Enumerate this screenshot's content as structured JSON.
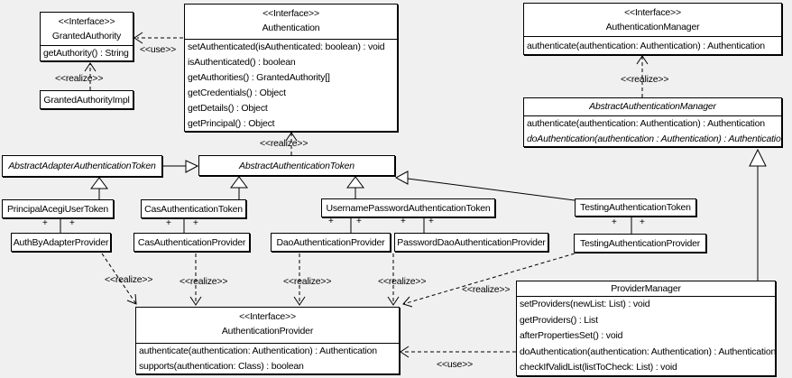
{
  "background": "#f0f0f0",
  "labels": {
    "use": "<<use>>",
    "realize": "<<realize>>",
    "plus": "+"
  },
  "classes": {
    "granted_authority": {
      "stereotype": "<<Interface>>",
      "name": "GrantedAuthority",
      "methods": [
        "getAuthority() : String"
      ]
    },
    "granted_authority_impl": {
      "name": "GrantedAuthorityImpl"
    },
    "authentication": {
      "stereotype": "<<Interface>>",
      "name": "Authentication",
      "methods": [
        "setAuthenticated(isAuthenticated: boolean) : void",
        "isAuthenticated() : boolean",
        "getAuthorities() : GrantedAuthority[]",
        "getCredentials() : Object",
        "getDetails() : Object",
        "getPrincipal() : Object"
      ]
    },
    "authentication_manager": {
      "stereotype": "<<Interface>>",
      "name": "AuthenticationManager",
      "methods": [
        "authenticate(authentication: Authentication) : Authentication"
      ]
    },
    "abstract_authentication_manager": {
      "name": "AbstractAuthenticationManager",
      "methods": [
        "authenticate(authentication: Authentication) : Authentication",
        "doAuthentication(authentication : Authentication) : Authentication"
      ]
    },
    "abstract_adapter_authentication_token": {
      "name": "AbstractAdapterAuthenticationToken"
    },
    "abstract_authentication_token": {
      "name": "AbstractAuthenticationToken"
    },
    "principal_acegi_user_token": {
      "name": "PrincipalAcegiUserToken"
    },
    "cas_authentication_token": {
      "name": "CasAuthenticationToken"
    },
    "username_password_authentication_token": {
      "name": "UsernamePasswordAuthenticationToken"
    },
    "testing_authentication_token": {
      "name": "TestingAuthenticationToken"
    },
    "auth_by_adapter_provider": {
      "name": "AuthByAdapterProvider"
    },
    "cas_authentication_provider": {
      "name": "CasAuthenticationProvider"
    },
    "dao_authentication_provider": {
      "name": "DaoAuthenticationProvider"
    },
    "password_dao_authentication_provider": {
      "name": "PasswordDaoAuthenticationProvider"
    },
    "testing_authentication_provider": {
      "name": "TestingAuthenticationProvider"
    },
    "authentication_provider": {
      "stereotype": "<<Interface>>",
      "name": "AuthenticationProvider",
      "methods": [
        "authenticate(authentication: Authentication) : Authentication",
        "supports(authentication: Class) : boolean"
      ]
    },
    "provider_manager": {
      "name": "ProviderManager",
      "methods": [
        "setProviders(newList: List) : void",
        "getProviders() : List",
        "afterPropertiesSet() : void",
        "doAuthentication(authentication: Authentication) : Authentication",
        "checkIfValidList(listToCheck: List) : void"
      ]
    }
  }
}
